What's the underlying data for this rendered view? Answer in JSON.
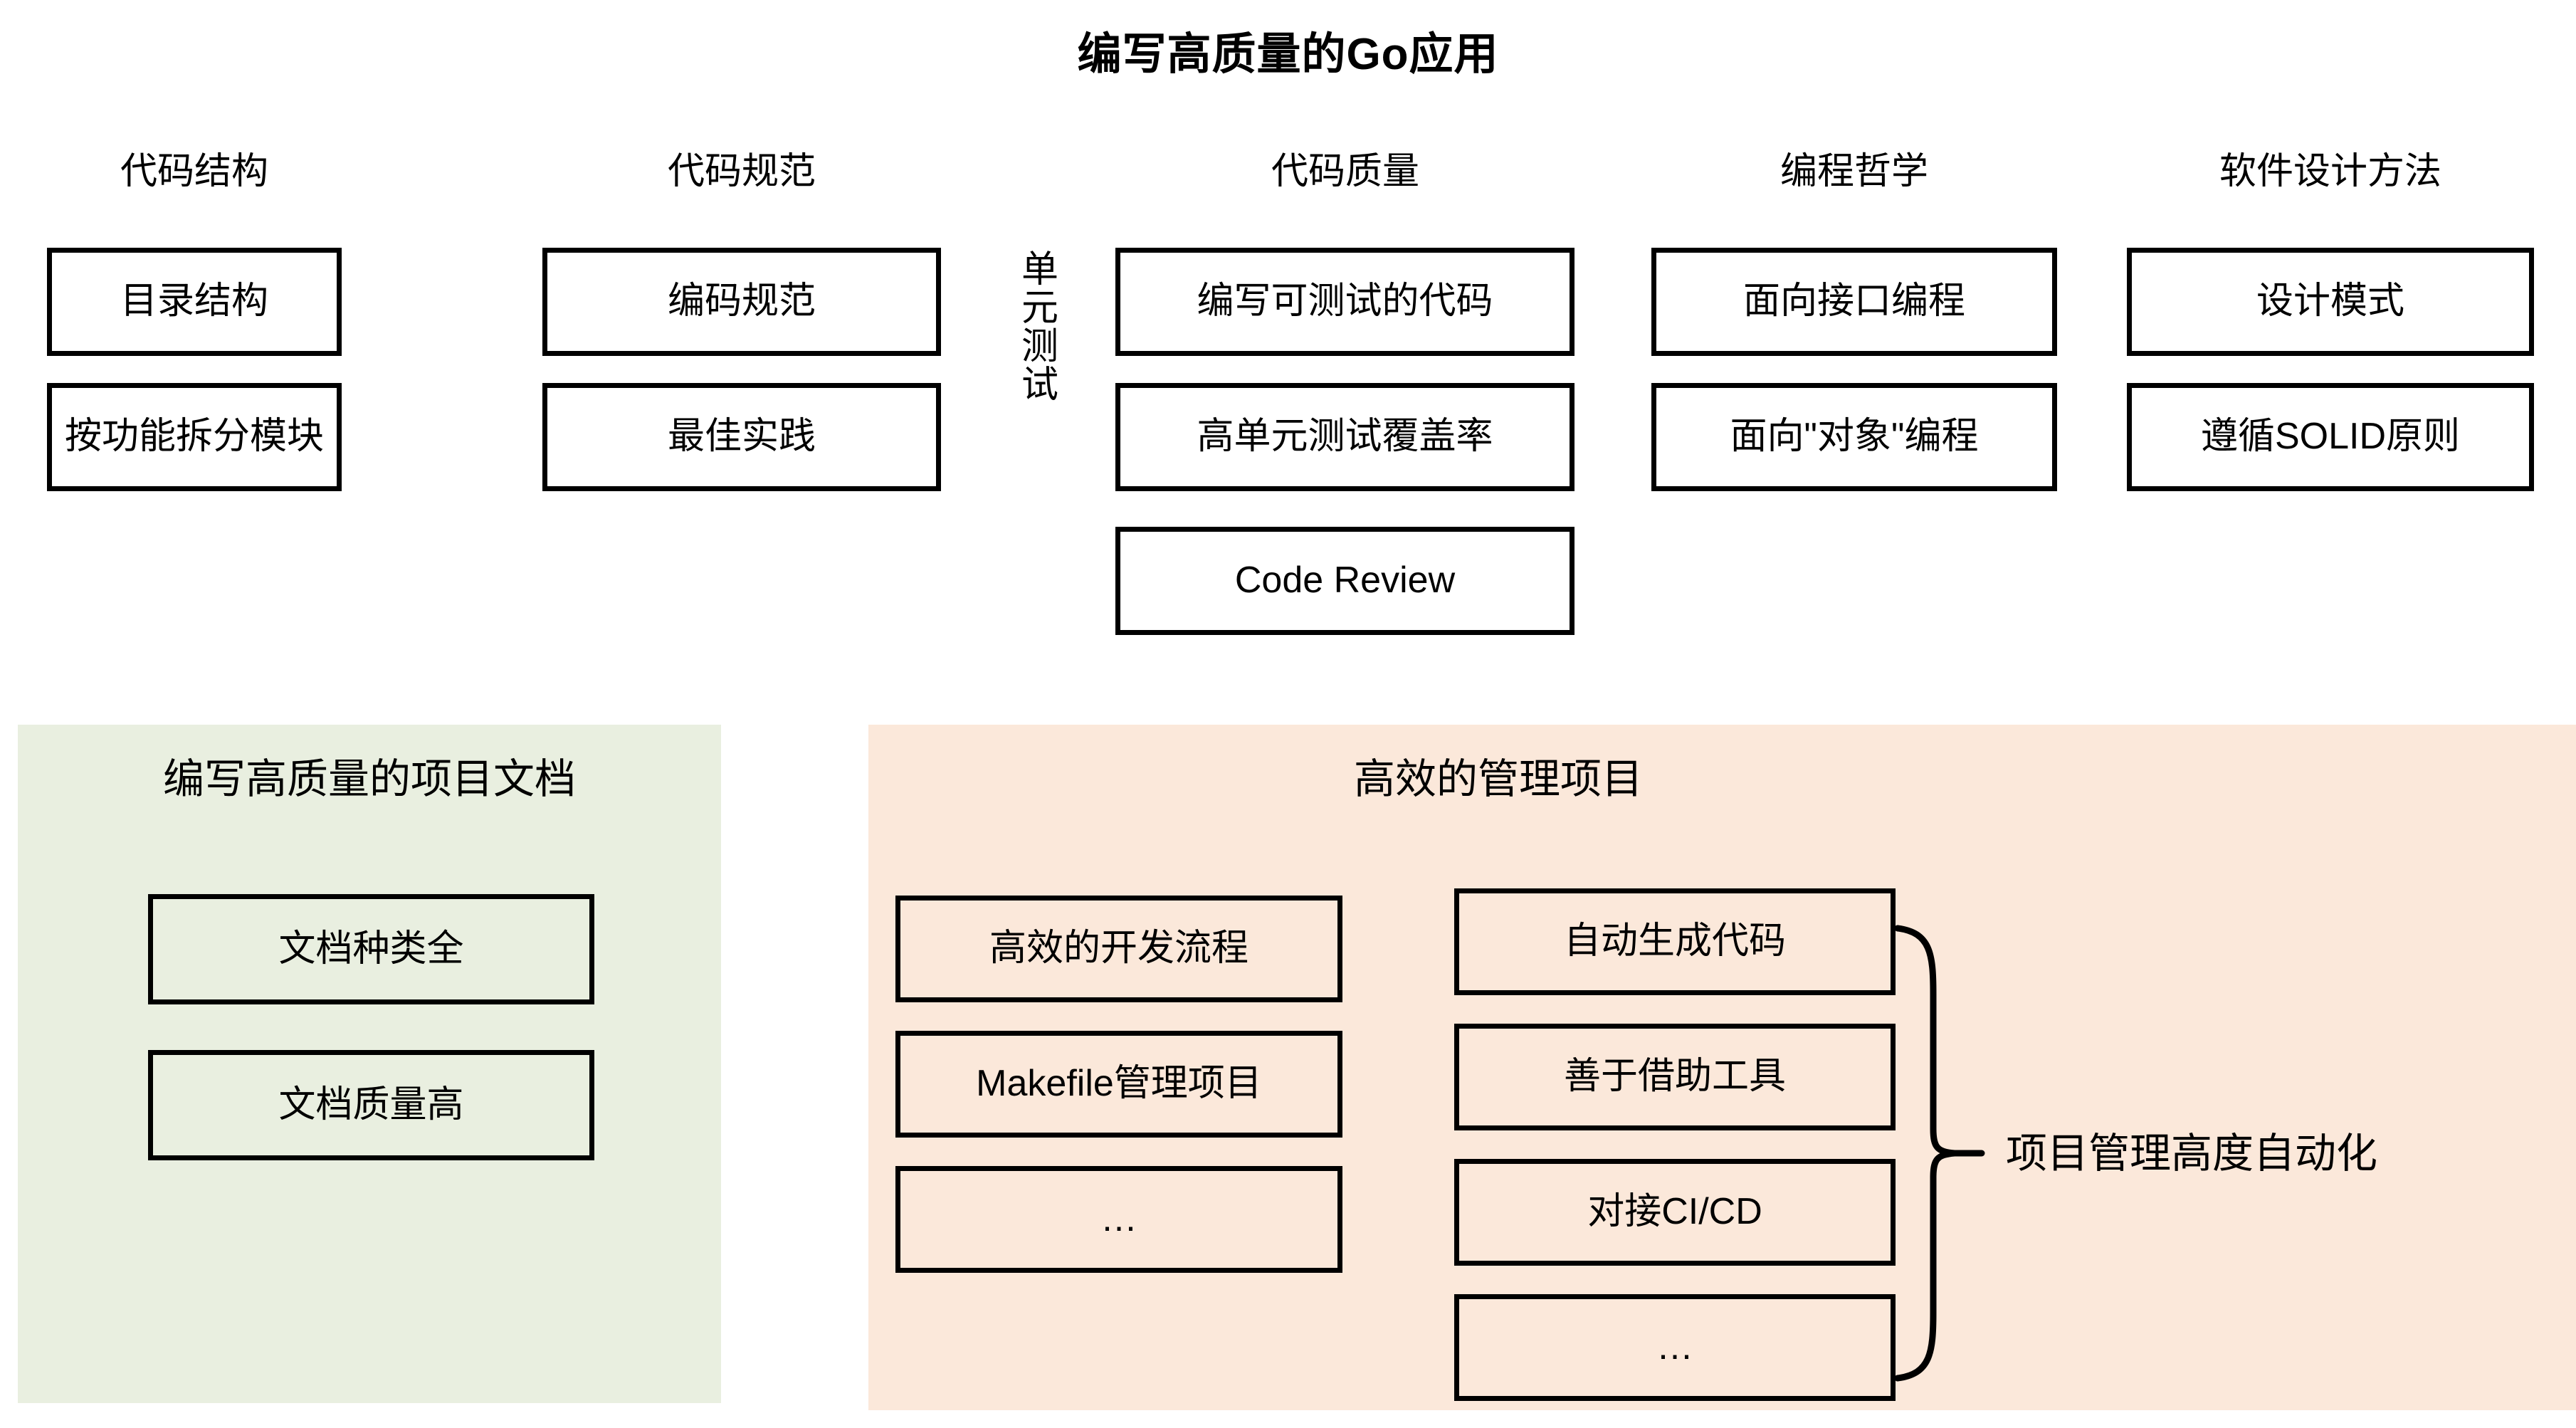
{
  "title": "编写高质量的Go应用",
  "colors": {
    "docs_panel_bg": "#e9efe0",
    "manage_panel_bg": "#fbe8da",
    "stroke": "#000000",
    "page_bg": "#ffffff"
  },
  "columns": [
    {
      "heading": "代码结构",
      "boxes": [
        "目录结构",
        "按功能拆分模块"
      ]
    },
    {
      "heading": "代码规范",
      "boxes": [
        "编码规范",
        "最佳实践"
      ]
    },
    {
      "heading": "代码质量",
      "side_label": "单元测试",
      "boxes": [
        "编写可测试的代码",
        "高单元测试覆盖率",
        "Code Review"
      ]
    },
    {
      "heading": "编程哲学",
      "boxes": [
        "面向接口编程",
        "面向\"对象\"编程"
      ]
    },
    {
      "heading": "软件设计方法",
      "boxes": [
        "设计模式",
        "遵循SOLID原则"
      ]
    }
  ],
  "docs_panel": {
    "title": "编写高质量的项目文档",
    "boxes": [
      "文档种类全",
      "文档质量高"
    ]
  },
  "manage_panel": {
    "title": "高效的管理项目",
    "left_boxes": [
      "高效的开发流程",
      "Makefile管理项目",
      "…"
    ],
    "right_boxes": [
      "自动生成代码",
      "善于借助工具",
      "对接CI/CD",
      "…"
    ],
    "brace_label": "项目管理高度自动化"
  }
}
